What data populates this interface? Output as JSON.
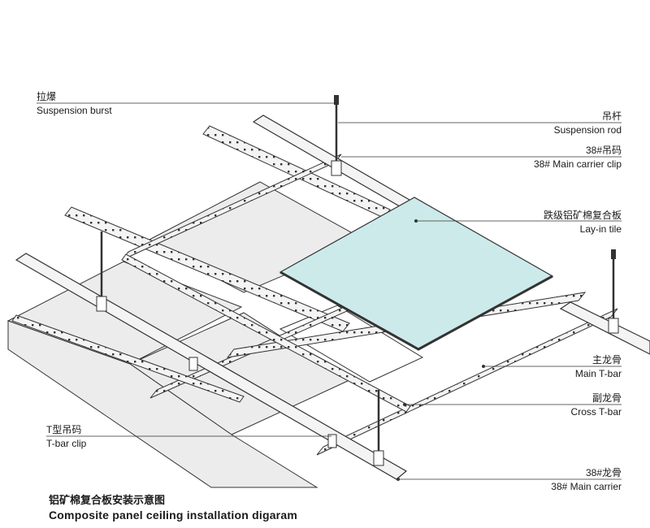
{
  "labels": {
    "suspension_burst": {
      "zh": "拉爆",
      "en": "Suspension burst"
    },
    "suspension_rod": {
      "zh": "吊杆",
      "en": "Suspension rod"
    },
    "main_carrier_clip": {
      "zh": "38#吊码",
      "en": "38# Main carrier clip"
    },
    "lay_in_tile": {
      "zh": "跌级铝矿棉复合板",
      "en": "Lay-in tile"
    },
    "main_t_bar": {
      "zh": "主龙骨",
      "en": "Main T-bar"
    },
    "cross_t_bar": {
      "zh": "副龙骨",
      "en": "Cross T-bar"
    },
    "t_bar_clip": {
      "zh": "T型吊码",
      "en": "T-bar clip"
    },
    "main_carrier": {
      "zh": "38#龙骨",
      "en": "38# Main carrier"
    }
  },
  "caption": {
    "zh": "铝矿棉复合板安装示意图",
    "en": "Composite panel ceiling installation digaram"
  },
  "colors": {
    "line": "#333333",
    "panel": "#ececec",
    "tile": "#cdeaea",
    "metal": "#f4f4f4"
  }
}
